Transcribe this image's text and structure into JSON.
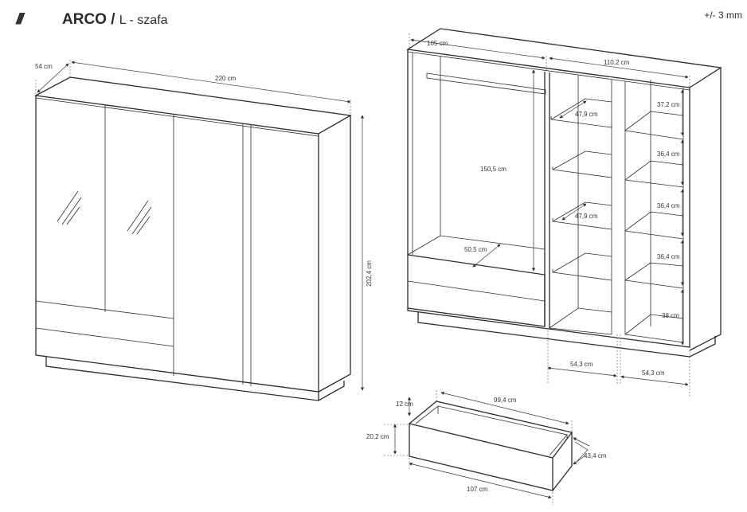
{
  "header": {
    "logo_mark": "///",
    "title": "ARCO /",
    "subtitle": "L - szafa",
    "tolerance": "+/- 3 mm"
  },
  "exterior_view": {
    "width": "220 cm",
    "depth": "54 cm",
    "height": "202,4 cm"
  },
  "interior_view": {
    "left_width": "105 cm",
    "right_width": "110,2 cm",
    "hanging_height": "150,5 cm",
    "hanging_depth": "50,5 cm",
    "shelf_depth_1": "47,9 cm",
    "shelf_depth_2": "47,9 cm",
    "gap_1": "37,2 cm",
    "gap_2": "36,4 cm",
    "gap_3": "36,4 cm",
    "gap_4": "36,4 cm",
    "gap_5": "38 cm",
    "bay_1": "54,3 cm",
    "bay_2": "54,3 cm"
  },
  "drawer_view": {
    "inner_width": "99,4 cm",
    "inner_height": "12 cm",
    "front_height": "20,2 cm",
    "depth": "43,4 cm",
    "front_width": "107 cm"
  }
}
